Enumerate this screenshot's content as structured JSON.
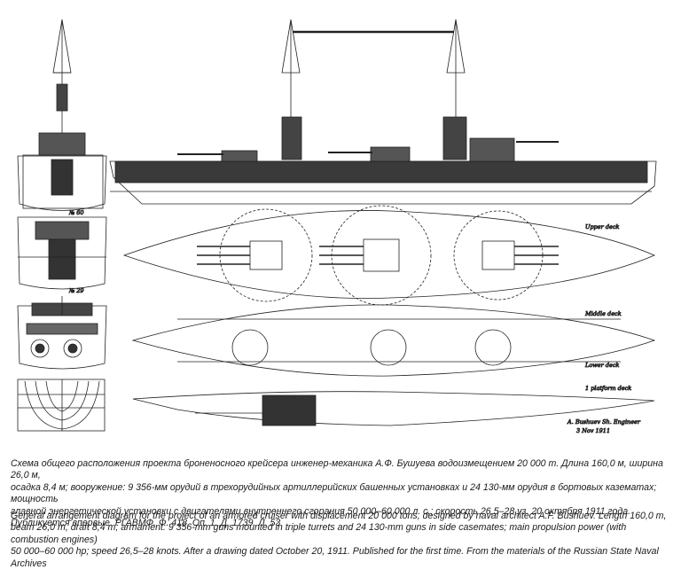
{
  "caption_ru": {
    "lines": [
      "Схема общего расположения проекта броненосного крейсера инженер-механика А.Ф. Бушуева водоизмещением 20 000 т. Длина 160,0 м, ширина 26,0 м,",
      "осадка 8,4 м; вооружение: 9 356-мм орудий в трехорудийных артиллерийских башенных установках и 24 130-мм орудия в бортовых казематах; мощность",
      "главной энергетической установки с двигателями внутреннего сгорания 50 000–60 000 л. с.; скорость 26,5–28 уз. 20 октября 1911 года.",
      "Публикуется впервые. РГАВМФ. Ф. 418. Оп. 1. Д. 1739. Л. 53"
    ]
  },
  "caption_en": {
    "lines": [
      "General arrangement diagram for the project of an armored cruiser with displacement 20 000 tons, designed by naval architect A.F. Bushuev. Length 160,0 m,",
      "beam 26,0 m, draft 8,4 m; armament: 9 356-mm guns mounted in triple turrets and 24 130-mm guns in side casemates; main propulsion power (with combustion engines)",
      "50 000–60 000 hp; speed 26,5–28 knots. After a drawing dated October 20, 1911. Published for the first time. From the materials of the Russian State Naval Archives"
    ]
  },
  "drawing_labels": {
    "upper_deck": "Upper deck",
    "middle_deck": "Middle deck",
    "lower_deck": "Lower deck",
    "platform_deck": "1 platform deck",
    "signature": "A. Bushuev Sh. Engineer",
    "date": "3 Nov 1911",
    "frame_60": "№ 60",
    "frame_29": "№ 29"
  },
  "colors": {
    "ink": "#1f1f1f",
    "paper": "#ffffff",
    "caption": "#1a1a1a"
  }
}
